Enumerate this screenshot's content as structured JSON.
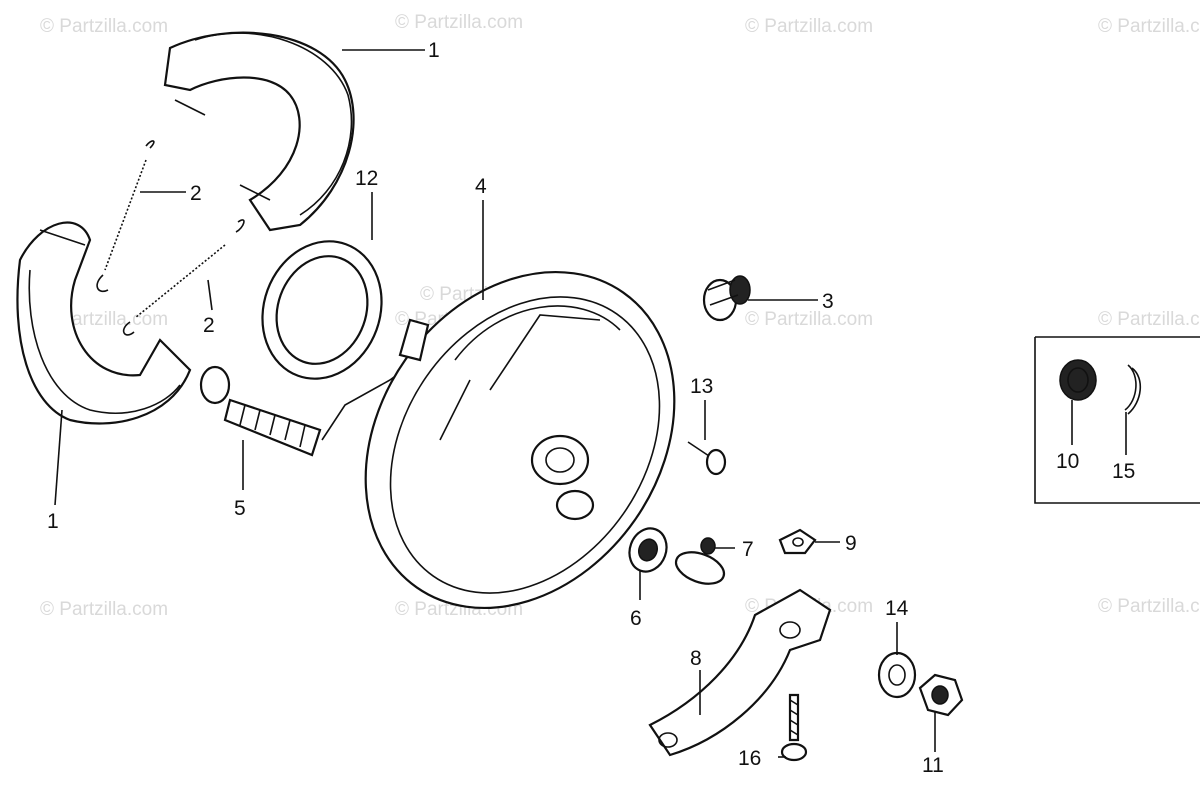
{
  "watermarks": [
    "© Partzilla.com",
    "© Partzilla.com",
    "© Partzilla.com",
    "© Partzilla.com",
    "© Partzilla.com",
    "© Partzilla.com",
    "© Partzilla.com",
    "© Partzilla.com",
    "© Partzilla.com",
    "© Partzilla.com",
    "© Partzilla.com",
    "© Partzilla.com",
    "© Partzilla.com"
  ],
  "callouts": {
    "shoe_upper": "1",
    "shoe_lower": "1",
    "spring_upper": "2",
    "spring_lower": "2",
    "bolt_3": "3",
    "brake_panel": "4",
    "cam": "5",
    "seal_6": "6",
    "washer_7": "7",
    "arm_8": "8",
    "nut_9": "9",
    "nut_10": "10",
    "nut_11": "11",
    "seal_12": "12",
    "bolt_13": "13",
    "washer_14": "14",
    "pin_15": "15",
    "bolt_16": "16"
  }
}
